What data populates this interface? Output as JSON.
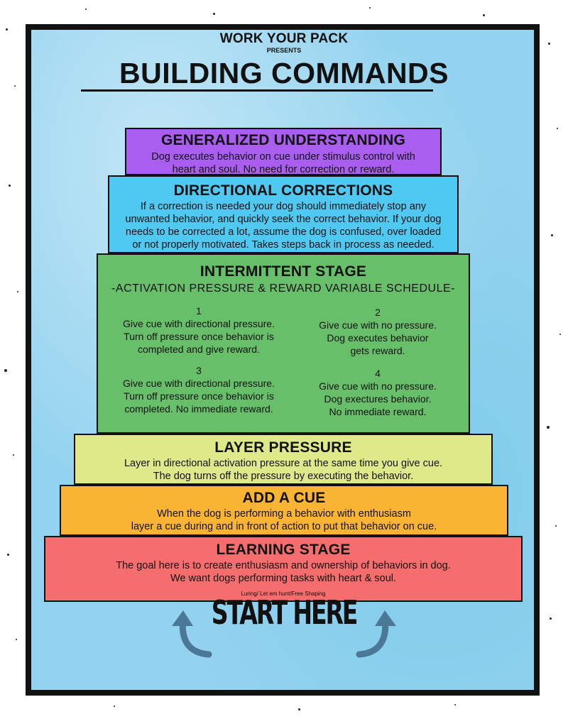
{
  "header": {
    "brand": "WORK YOUR PACK",
    "presents": "PRESENTS",
    "title": "BUILDING COMMANDS"
  },
  "tiers": {
    "generalized": {
      "title": "GENERALIZED UNDERSTANDING",
      "lines": [
        "Dog executes behavior on cue under stimulus control with",
        "heart and soul. No need for correction or reward."
      ]
    },
    "directional": {
      "title": "DIRECTIONAL CORRECTIONS",
      "lines": [
        "If a correction is needed your dog should immediately stop any",
        "unwanted behavior, and quickly seek the correct behavior. If your dog",
        "needs to be corrected a lot, assume the dog is confused, over loaded",
        "or not properly motivated. Takes steps back in process as needed."
      ]
    },
    "intermittent": {
      "title": "INTERMITTENT STAGE",
      "subtitle": "-ACTIVATION PRESSURE & REWARD VARIABLE SCHEDULE-",
      "steps": [
        {
          "number": "1",
          "lines": [
            "Give cue with directional pressure.",
            "Turn off pressure once behavior is",
            "completed and give reward."
          ]
        },
        {
          "number": "2",
          "lines": [
            "Give cue with no pressure.",
            "Dog executes behavior",
            "gets reward."
          ]
        },
        {
          "number": "3",
          "lines": [
            "Give cue with directional pressure.",
            "Turn off pressure once behavior is",
            "completed. No immediate reward."
          ]
        },
        {
          "number": "4",
          "lines": [
            "Give cue with no pressure.",
            "Dog exectures behavior.",
            "No immediate reward."
          ]
        }
      ]
    },
    "layer": {
      "title": "LAYER PRESSURE",
      "lines": [
        "Layer in directional activation pressure at the same time you give cue.",
        "The dog turns off the pressure by executing the behavior."
      ]
    },
    "cue": {
      "title": "ADD A CUE",
      "lines": [
        "When the dog is performing a behavior with enthusiasm",
        "layer a cue during and in front of action to put that behavior on cue."
      ]
    },
    "learning": {
      "title": "LEARNING STAGE",
      "lines": [
        "The goal here is to create enthusiasm and ownership of behaviors in dog.",
        "We want dogs performing tasks with heart & soul."
      ],
      "note": "Luring/ Let em hunt/Free Shaping"
    }
  },
  "footer": {
    "start": "START HERE"
  },
  "colors": {
    "generalized": "#a95ef0",
    "directional": "#4fc9f2",
    "intermittent": "#67bf6a",
    "layer": "#e0e98a",
    "cue": "#f9b434",
    "learning": "#f56d6d",
    "background": "#94d3ef",
    "arrow": "#4a7896"
  }
}
